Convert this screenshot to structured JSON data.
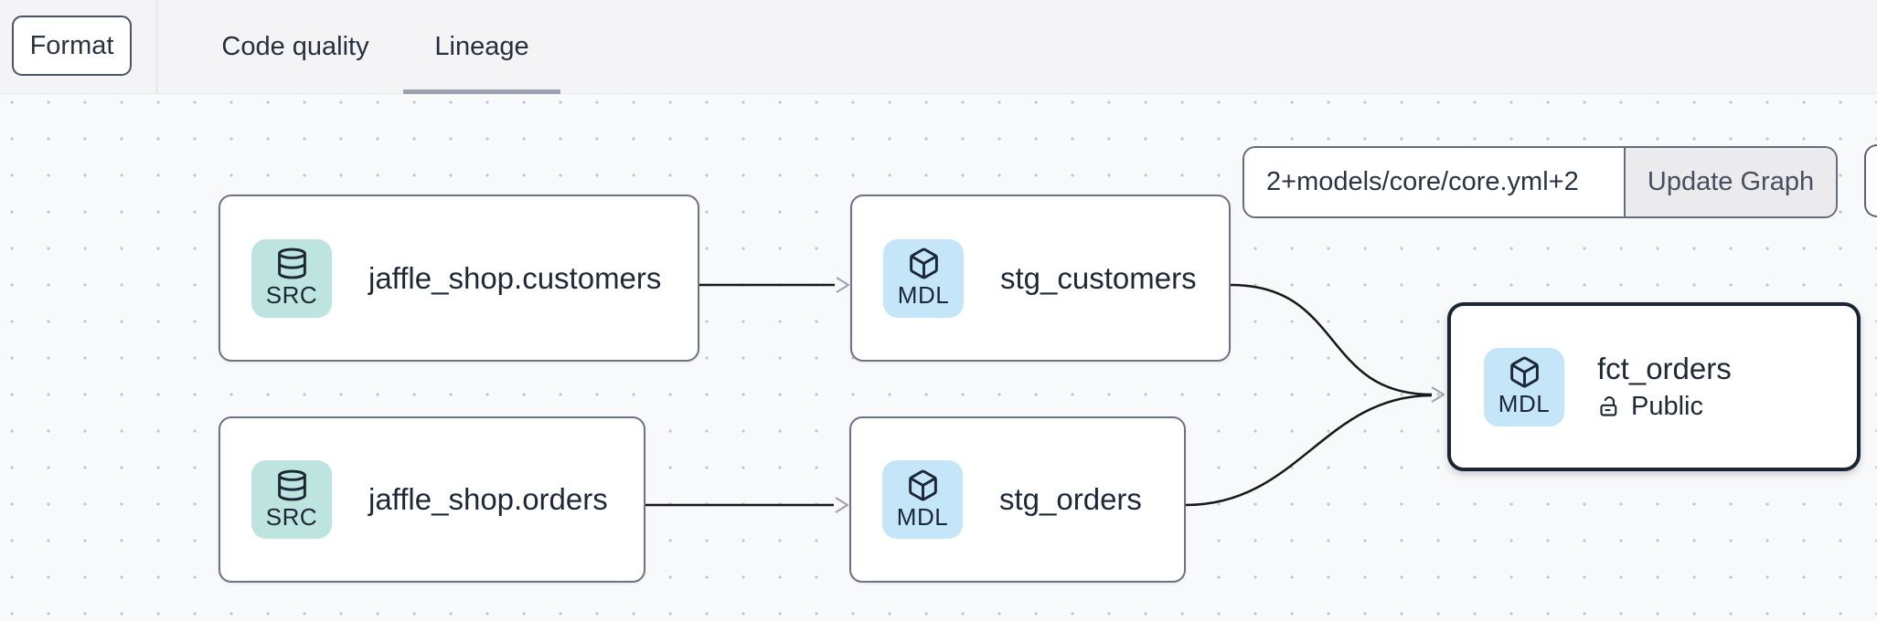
{
  "header": {
    "format_button": "Format",
    "tabs": [
      {
        "label": "Code quality",
        "active": false
      },
      {
        "label": "Lineage",
        "active": true
      }
    ]
  },
  "toolbar": {
    "selector_value": "2+models/core/core.yml+2",
    "update_button": "Update Graph"
  },
  "graph": {
    "nodes": [
      {
        "type": "SRC",
        "title": "jaffle_shop.customers",
        "icon": "database-icon",
        "selected": false
      },
      {
        "type": "MDL",
        "title": "stg_customers",
        "icon": "cube-icon",
        "selected": false
      },
      {
        "type": "SRC",
        "title": "jaffle_shop.orders",
        "icon": "database-icon",
        "selected": false
      },
      {
        "type": "MDL",
        "title": "stg_orders",
        "icon": "cube-icon",
        "selected": false
      },
      {
        "type": "MDL",
        "title": "fct_orders",
        "icon": "cube-icon",
        "access": "Public",
        "selected": true
      }
    ],
    "edges": [
      {
        "from": "jaffle_shop.customers",
        "to": "stg_customers"
      },
      {
        "from": "jaffle_shop.orders",
        "to": "stg_orders"
      },
      {
        "from": "stg_customers",
        "to": "fct_orders"
      },
      {
        "from": "stg_orders",
        "to": "fct_orders"
      }
    ]
  },
  "colors": {
    "canvas_bg": "#f8f9fb",
    "header_bg": "#f4f4f6",
    "dot": "#c3c7cf",
    "node_border": "#6b7280",
    "selected_node_border": "#1b2433",
    "src_icon_bg": "#bde4de",
    "mdl_icon_bg": "#c5e5f9",
    "edge": "#15181d",
    "arrowhead": "#9aa1ad",
    "text": "#1e2836",
    "tab_underline": "#9ba1ad"
  }
}
